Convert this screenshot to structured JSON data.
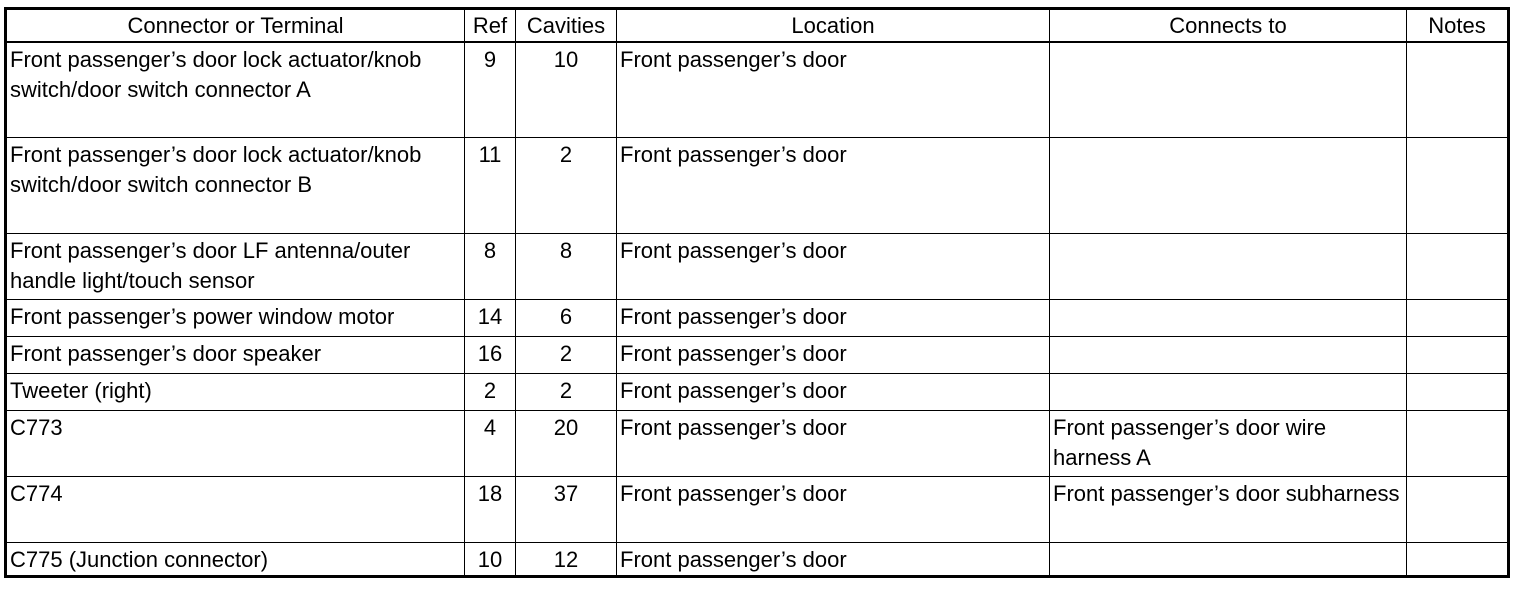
{
  "table": {
    "headers": [
      "Connector or Terminal",
      "Ref",
      "Cavities",
      "Location",
      "Connects to",
      "Notes"
    ],
    "rows": [
      {
        "connector": "Front passenger’s door lock actuator/knob switch/door switch connector A",
        "ref": "9",
        "cavities": "10",
        "location": "Front passenger’s door",
        "connects_to": "",
        "notes": ""
      },
      {
        "connector": "Front passenger’s door lock actuator/knob switch/door switch connector B",
        "ref": "11",
        "cavities": "2",
        "location": "Front passenger’s door",
        "connects_to": "",
        "notes": ""
      },
      {
        "connector": "Front passenger’s door LF antenna/outer handle light/touch sensor",
        "ref": "8",
        "cavities": "8",
        "location": "Front passenger’s door",
        "connects_to": "",
        "notes": ""
      },
      {
        "connector": "Front passenger’s power window motor",
        "ref": "14",
        "cavities": "6",
        "location": "Front passenger’s door",
        "connects_to": "",
        "notes": ""
      },
      {
        "connector": "Front passenger’s door speaker",
        "ref": "16",
        "cavities": "2",
        "location": "Front passenger’s door",
        "connects_to": "",
        "notes": ""
      },
      {
        "connector": "Tweeter (right)",
        "ref": "2",
        "cavities": "2",
        "location": "Front passenger’s door",
        "connects_to": "",
        "notes": ""
      },
      {
        "connector": "C773",
        "ref": "4",
        "cavities": "20",
        "location": "Front passenger’s door",
        "connects_to": "Front passenger’s door wire harness A",
        "notes": ""
      },
      {
        "connector": "C774",
        "ref": "18",
        "cavities": "37",
        "location": "Front passenger’s door",
        "connects_to": "Front passenger’s door subharness",
        "notes": ""
      },
      {
        "connector": "C775 (Junction connector)",
        "ref": "10",
        "cavities": "12",
        "location": "Front passenger’s door",
        "connects_to": "",
        "notes": ""
      }
    ]
  }
}
